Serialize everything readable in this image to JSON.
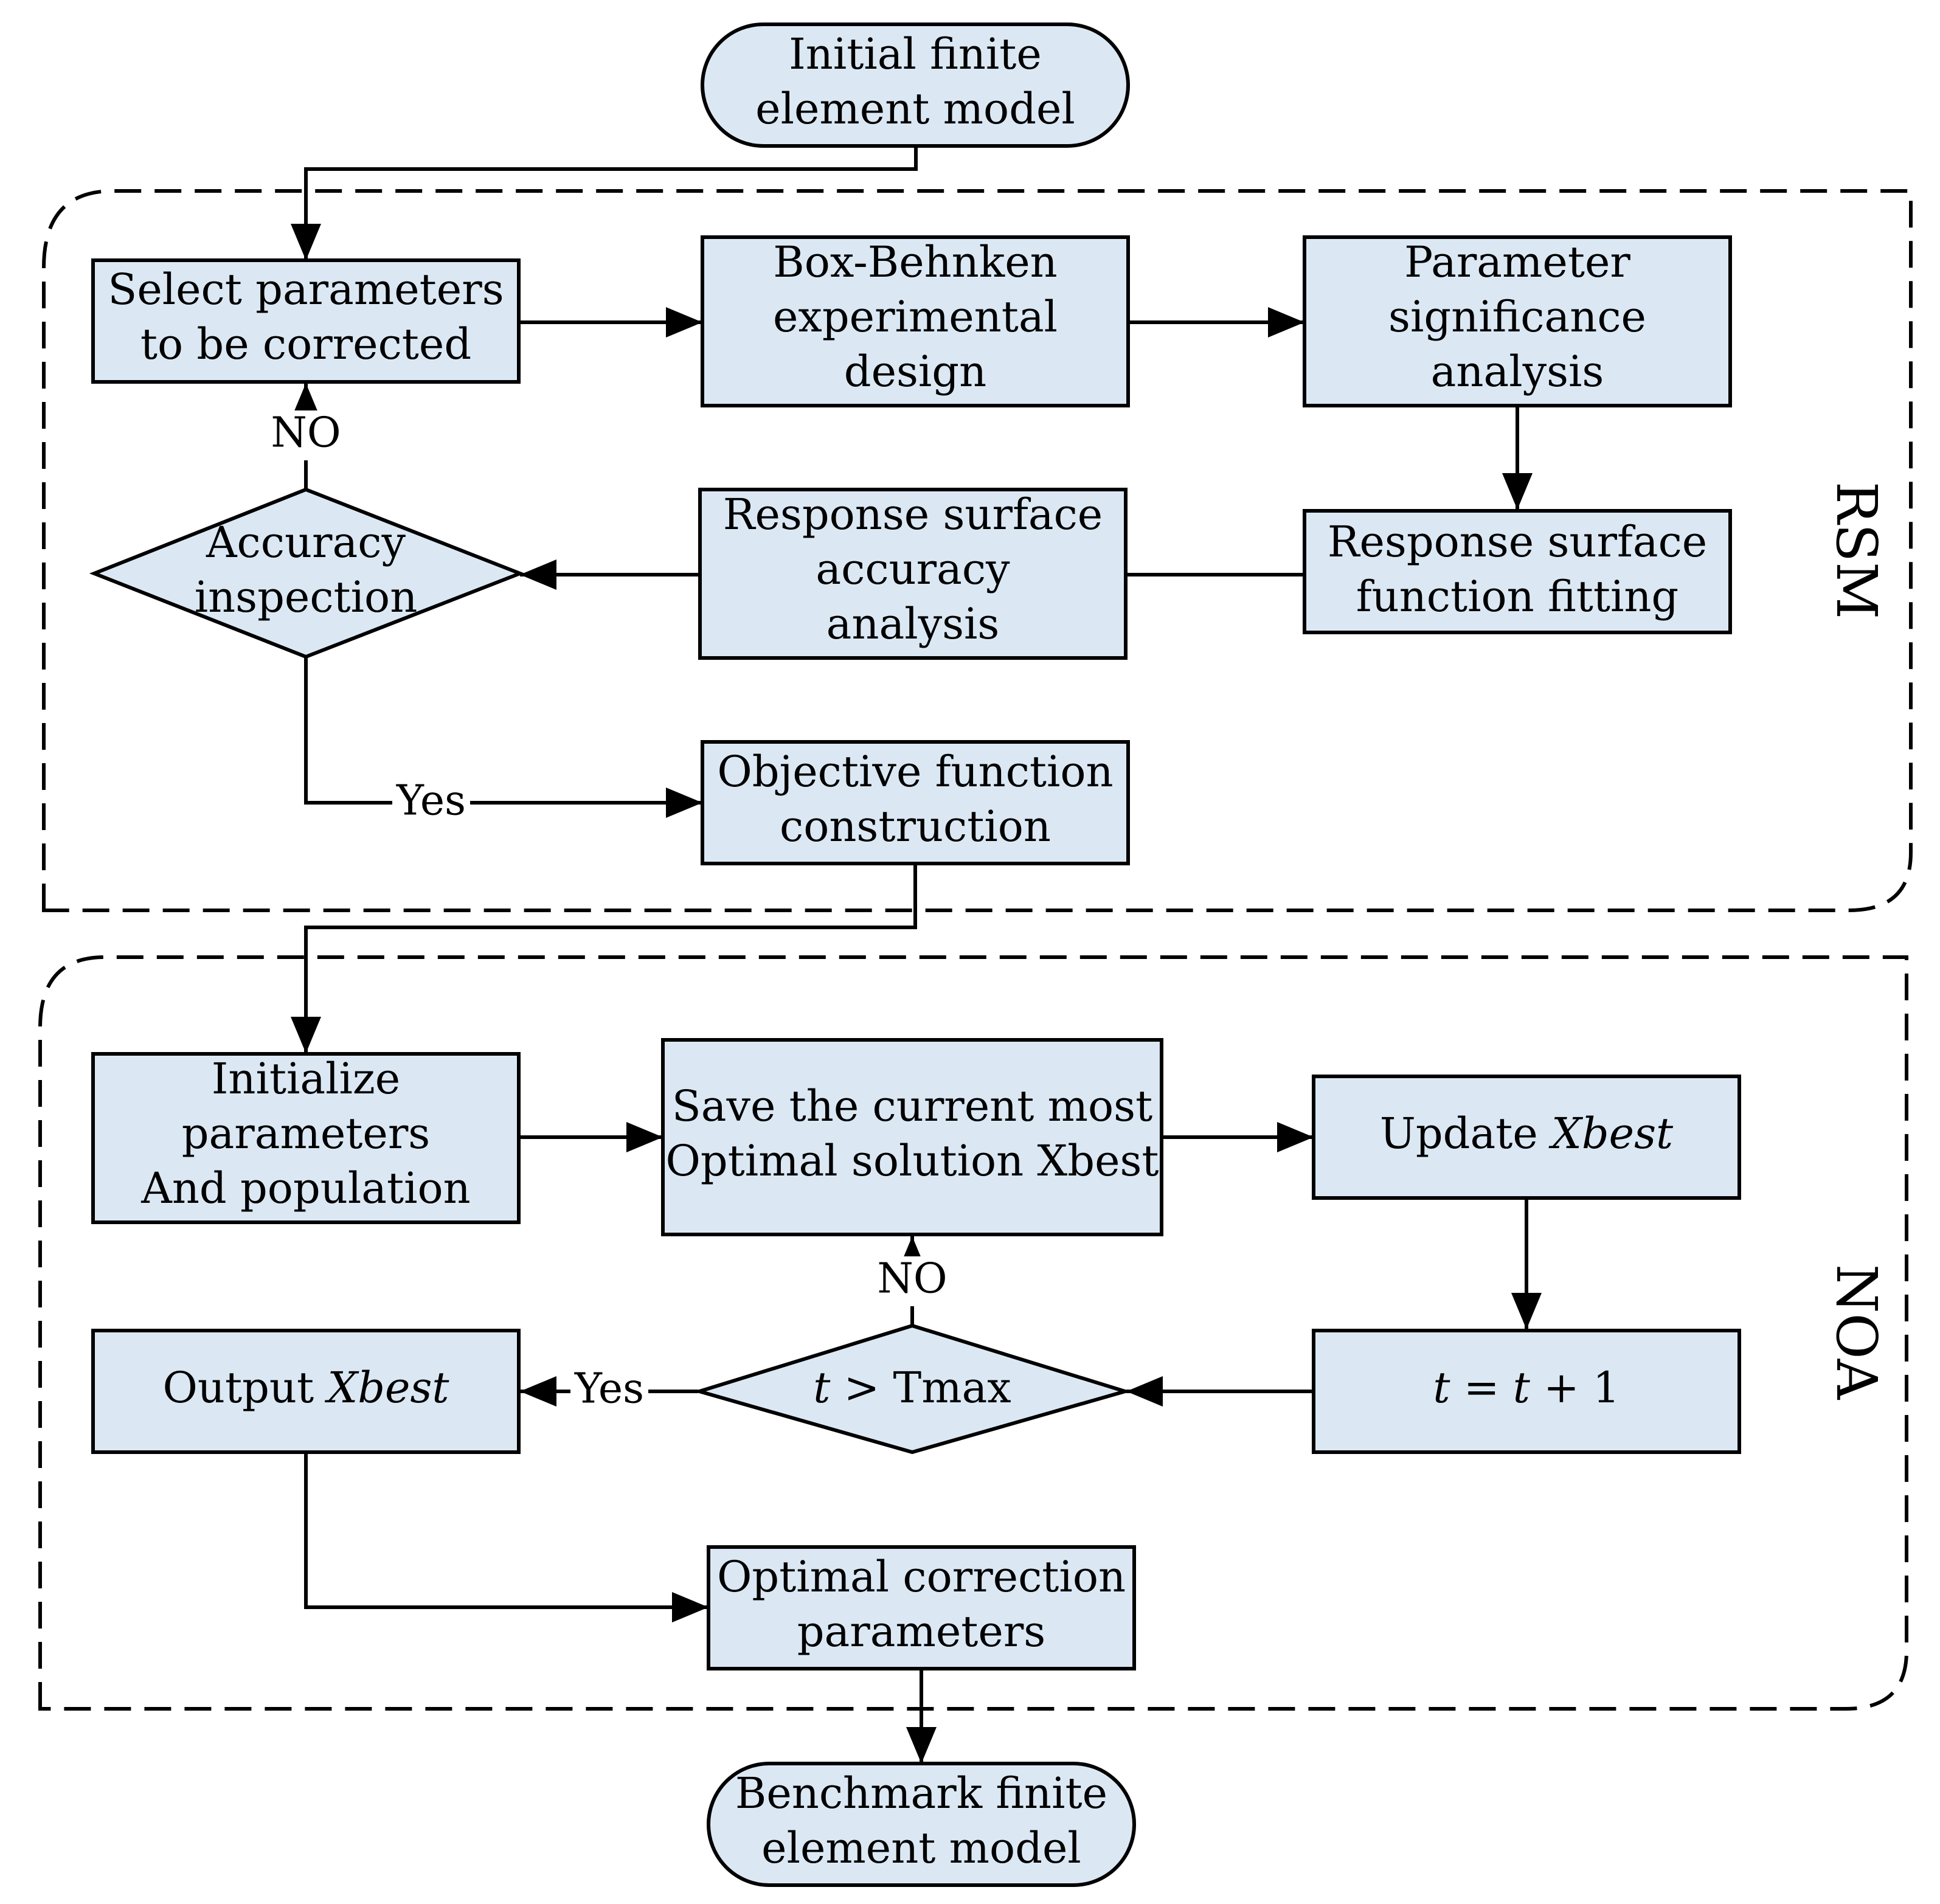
{
  "groups": {
    "rsm": {
      "label": "RSM"
    },
    "noa": {
      "label": "NOA"
    }
  },
  "nodes": {
    "initial_model": {
      "line1": "Initial finite",
      "line2": "element model"
    },
    "select_params": {
      "line1": "Select parameters",
      "line2": "to be corrected"
    },
    "box_behnken": {
      "line1": "Box-Behnken",
      "line2": "experimental",
      "line3": "design"
    },
    "param_significance": {
      "line1": "Parameter",
      "line2": "significance",
      "line3": "analysis"
    },
    "rs_fitting": {
      "line1": "Response surface",
      "line2": "function fitting"
    },
    "rs_accuracy": {
      "line1": "Response surface",
      "line2": "accuracy",
      "line3": "analysis"
    },
    "accuracy_inspection": {
      "line1": "Accuracy",
      "line2": "inspection"
    },
    "objective_function": {
      "line1": "Objective function",
      "line2": "construction"
    },
    "initialize": {
      "line1": "Initialize",
      "line2": "parameters",
      "line3": "And population"
    },
    "save_current": {
      "line1": "Save the current most",
      "line2": "Optimal solution Xbest"
    },
    "update_xbest": {
      "prefix": "Update ",
      "var": "Xbest"
    },
    "t_increment": {
      "var1": "t",
      "mid": " = ",
      "var2": "t",
      "suffix": " + 1"
    },
    "t_check": {
      "var": "t",
      "suffix": " > Tmax"
    },
    "output_xbest": {
      "prefix": "Output ",
      "var": "Xbest"
    },
    "optimal_params": {
      "line1": "Optimal correction",
      "line2": "parameters"
    },
    "benchmark_model": {
      "line1": "Benchmark finite",
      "line2": "element model"
    }
  },
  "edge_labels": {
    "accuracy_no": "NO",
    "accuracy_yes": "Yes",
    "t_check_no": "NO",
    "t_check_yes": "Yes"
  },
  "colors": {
    "box_fill": "#dbe8f4",
    "stroke": "#000000",
    "background": "#ffffff"
  }
}
